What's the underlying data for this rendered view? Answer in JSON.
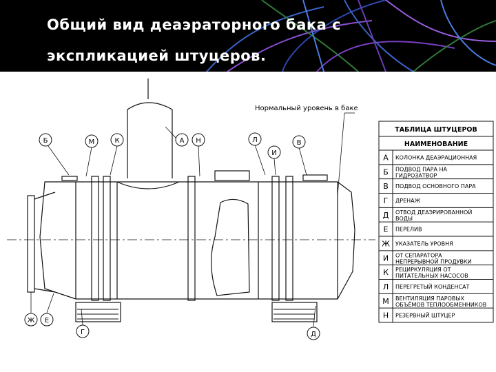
{
  "title": {
    "line1": "Общий вид деаэраторного бака с",
    "line2": "экспликацией штуцеров."
  },
  "drawing": {
    "level_note": "Нормальный уровень в баке",
    "callouts": [
      "Б",
      "М",
      "К",
      "А",
      "Н",
      "Л",
      "И",
      "В",
      "Ж",
      "Е",
      "Г",
      "Д"
    ]
  },
  "table": {
    "title": "ТАБЛИЦА ШТУЦЕРОВ",
    "header": "НАИМЕНОВАНИЕ",
    "rows": [
      {
        "letter": "А",
        "line1": "КОЛОНКА ДЕАЭРАЦИОННАЯ",
        "line2": ""
      },
      {
        "letter": "Б",
        "line1": "ПОДВОД ПАРА НА",
        "line2": "ГИДРОЗАТВОР"
      },
      {
        "letter": "В",
        "line1": "ПОДВОД ОСНОВНОГО ПАРА",
        "line2": ""
      },
      {
        "letter": "Г",
        "line1": "ДРЕНАЖ",
        "line2": ""
      },
      {
        "letter": "Д",
        "line1": "ОТВОД ДЕАЭРИРОВАННОЙ",
        "line2": "ВОДЫ"
      },
      {
        "letter": "Е",
        "line1": "ПЕРЕЛИВ",
        "line2": ""
      },
      {
        "letter": "Ж",
        "line1": "УКАЗАТЕЛЬ УРОВНЯ",
        "line2": ""
      },
      {
        "letter": "И",
        "line1": "ОТ СЕПАРАТОРА",
        "line2": "НЕПРЕРЫВНОЙ ПРОДУВКИ"
      },
      {
        "letter": "К",
        "line1": "РЕЦИРКУЛЯЦИЯ ОТ",
        "line2": "ПИТАТЕЛЬНЫХ НАСОСОВ"
      },
      {
        "letter": "Л",
        "line1": "ПЕРЕГРЕТЫЙ КОНДЕНСАТ",
        "line2": ""
      },
      {
        "letter": "М",
        "line1": "ВЕНТИЛЯЦИЯ ПАРОВЫХ",
        "line2": "ОБЪЁМОВ ТЕПЛООБМЕННИКОВ"
      },
      {
        "letter": "Н",
        "line1": "РЕЗЕРВНЫЙ ШТУЦЕР",
        "line2": ""
      }
    ]
  },
  "colors": {
    "header_bg": "#000000",
    "title": "#ffffff",
    "accent_blue": "#3a63c8",
    "accent_purple": "#8a4fd0",
    "accent_green": "#2f7a3a",
    "ink": "#111111"
  }
}
